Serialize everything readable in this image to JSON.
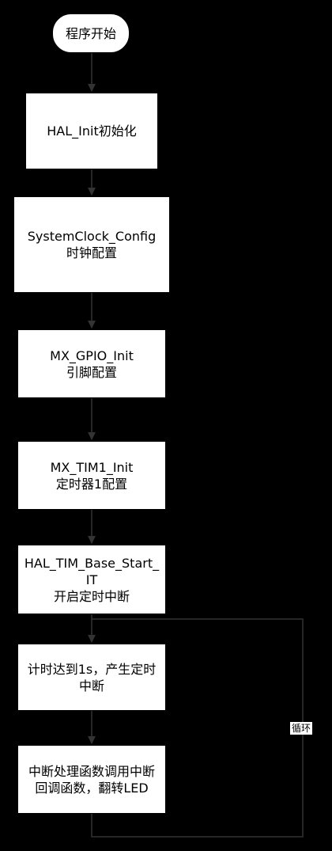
{
  "nodes": {
    "start": "程序开始",
    "hal_init": "HAL_Init初始化",
    "clock_line1": "SystemClock_Config",
    "clock_line2": "时钟配置",
    "gpio_line1": "MX_GPIO_Init",
    "gpio_line2": "引脚配置",
    "tim_line1": "MX_TIM1_Init",
    "tim_line2": "定时器1配置",
    "base_line1": "HAL_TIM_Base_Start_IT",
    "base_line2": "开启定时中断",
    "timer_reach": "计时达到1s，产生定时中断",
    "callback": "中断处理函数调用中断回调函数，翻转LED"
  },
  "edges": {
    "loop_label": "循环"
  },
  "colors": {
    "background": "#000000",
    "node_fill": "#ffffff",
    "line": "#333333"
  }
}
